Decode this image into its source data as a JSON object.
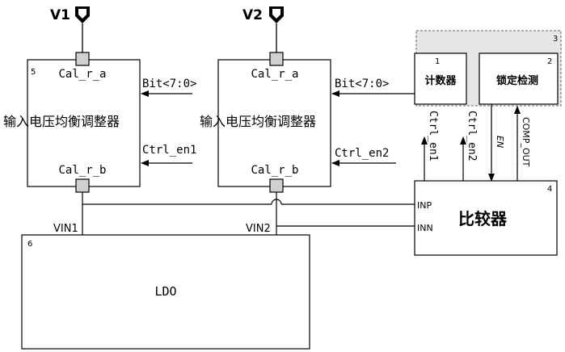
{
  "supplies": {
    "v1": "V1",
    "v2": "V2"
  },
  "balancer_a": {
    "number": "5",
    "title": "输入电压均衡调整器",
    "port_top": "Cal_r_a",
    "port_bottom": "Cal_r_b",
    "input_bit": "Bit<7:0>",
    "input_ctrl": "Ctrl_en1"
  },
  "balancer_b": {
    "title": "输入电压均衡调整器",
    "port_top": "Cal_r_a",
    "port_bottom": "Cal_r_b",
    "input_bit": "Bit<7:0>",
    "input_ctrl": "Ctrl_en2"
  },
  "control_group": {
    "number": "3",
    "counter": {
      "number": "1",
      "label": "计数器"
    },
    "lock_detect": {
      "number": "2",
      "label": "锁定检测"
    }
  },
  "signals": {
    "ctrl_en1": "Ctrl_en1",
    "ctrl_en2": "Ctrl_en2",
    "en": "EN",
    "comp_out": "COMP_OUT"
  },
  "comparator": {
    "number": "4",
    "label": "比较器",
    "inp": "INP",
    "inn": "INN"
  },
  "ldo": {
    "number": "6",
    "label": "LDO",
    "vin1": "VIN1",
    "vin2": "VIN2"
  }
}
